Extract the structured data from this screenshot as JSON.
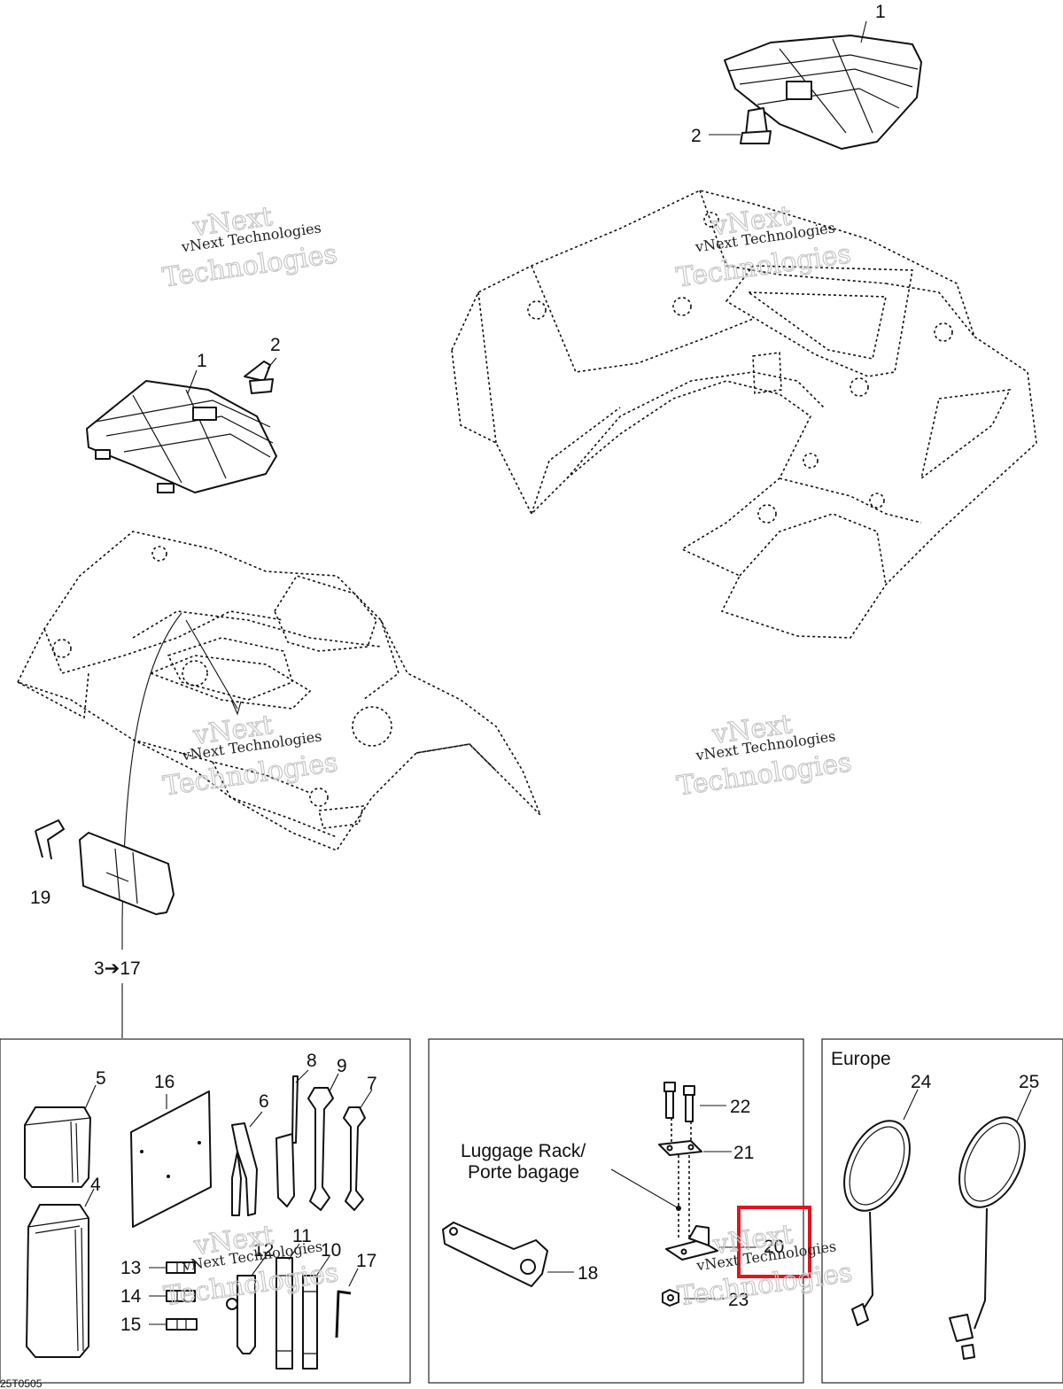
{
  "callouts": {
    "top_cover": "1",
    "top_latch": "2",
    "left_cover": "1",
    "left_latch": "2",
    "item19": "19",
    "range": "3➔17",
    "item5": "5",
    "item4": "4",
    "item16": "16",
    "item6": "6",
    "item8": "8",
    "item9": "9",
    "item7": "7",
    "item13": "13",
    "item14": "14",
    "item15": "15",
    "item12": "12",
    "item11": "11",
    "item10": "10",
    "item17": "17",
    "item22": "22",
    "item21": "21",
    "item20": "20",
    "item23": "23",
    "item18": "18",
    "item24": "24",
    "item25": "25"
  },
  "labels": {
    "luggage_line1": "Luggage Rack/",
    "luggage_line2": "Porte bagage",
    "europe": "Europe",
    "drawing_ref": "25T0505"
  },
  "watermark": {
    "line1": "vNext Technologies",
    "line2": "vNext",
    "line3": "Technologies"
  },
  "highlight_color": "#e0141e"
}
